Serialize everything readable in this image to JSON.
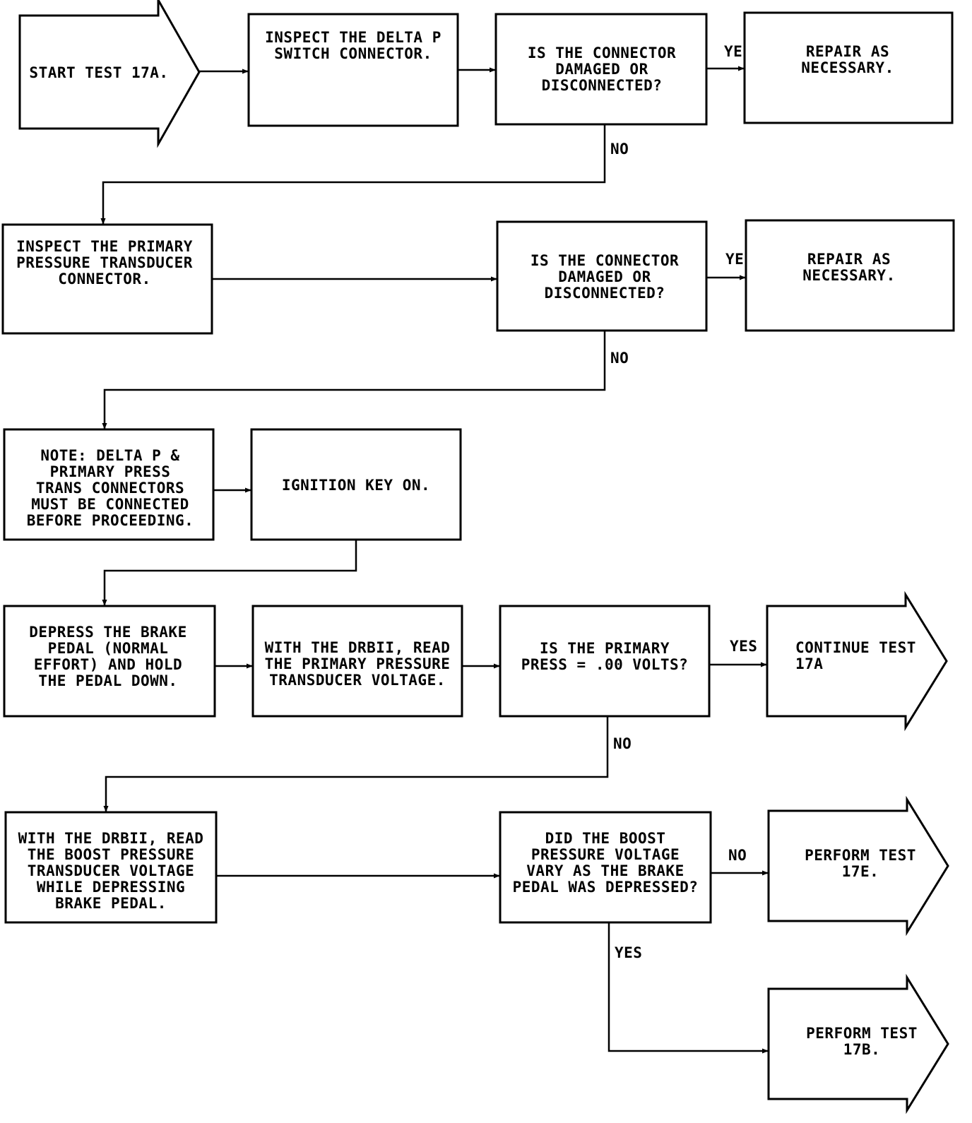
{
  "diagram": {
    "nodes": [
      {
        "id": "n1",
        "lines": [
          "START TEST 17A."
        ]
      },
      {
        "id": "n2",
        "lines": [
          "INSPECT THE DELTA P",
          "SWITCH CONNECTOR."
        ]
      },
      {
        "id": "n3",
        "lines": [
          "IS THE CONNECTOR",
          "DAMAGED OR",
          "DISCONNECTED?"
        ]
      },
      {
        "id": "n4",
        "lines": [
          "REPAIR AS",
          "NECESSARY."
        ]
      },
      {
        "id": "n5",
        "lines": [
          "INSPECT THE PRIMARY",
          "PRESSURE TRANSDUCER",
          "CONNECTOR."
        ]
      },
      {
        "id": "n6",
        "lines": [
          "IS THE CONNECTOR",
          "DAMAGED OR",
          "DISCONNECTED?"
        ]
      },
      {
        "id": "n7",
        "lines": [
          "REPAIR AS",
          "NECESSARY."
        ]
      },
      {
        "id": "n8",
        "lines": [
          "NOTE:  DELTA P &",
          "PRIMARY PRESS",
          "TRANS CONNECTORS",
          "MUST BE CONNECTED",
          "BEFORE PROCEEDING."
        ]
      },
      {
        "id": "n9",
        "lines": [
          "IGNITION KEY ON."
        ]
      },
      {
        "id": "n10",
        "lines": [
          "DEPRESS THE BRAKE",
          "PEDAL (NORMAL",
          "EFFORT) AND HOLD",
          "THE PEDAL DOWN."
        ]
      },
      {
        "id": "n11",
        "lines": [
          "WITH THE DRBII, READ",
          "THE PRIMARY PRESSURE",
          "TRANSDUCER VOLTAGE."
        ]
      },
      {
        "id": "n12",
        "lines": [
          "IS THE PRIMARY",
          "PRESS = .00 VOLTS?"
        ]
      },
      {
        "id": "n13",
        "lines": [
          "CONTINUE TEST",
          "17A"
        ]
      },
      {
        "id": "n14",
        "lines": [
          "WITH THE DRBII, READ",
          "THE BOOST PRESSURE",
          "TRANSDUCER VOLTAGE",
          "WHILE DEPRESSING",
          "BRAKE PEDAL."
        ]
      },
      {
        "id": "n15",
        "lines": [
          "DID THE BOOST",
          "PRESSURE VOLTAGE",
          "VARY AS THE BRAKE",
          "PEDAL WAS DEPRESSED?"
        ]
      },
      {
        "id": "n16",
        "lines": [
          "PERFORM TEST",
          "17E."
        ]
      },
      {
        "id": "n17",
        "lines": [
          "PERFORM TEST",
          "17B."
        ]
      }
    ],
    "edges": [
      {
        "id": "e1",
        "from": "n1",
        "to": "n2",
        "label": ""
      },
      {
        "id": "e2",
        "from": "n2",
        "to": "n3",
        "label": ""
      },
      {
        "id": "e3",
        "from": "n3",
        "to": "n4",
        "label": "YES"
      },
      {
        "id": "e4",
        "from": "n3",
        "to": "n5",
        "label": "NO"
      },
      {
        "id": "e5",
        "from": "n5",
        "to": "n6",
        "label": ""
      },
      {
        "id": "e6",
        "from": "n6",
        "to": "n7",
        "label": "YES"
      },
      {
        "id": "e7",
        "from": "n6",
        "to": "n8",
        "label": "NO"
      },
      {
        "id": "e8",
        "from": "n8",
        "to": "n9",
        "label": ""
      },
      {
        "id": "e9",
        "from": "n9",
        "to": "n10",
        "label": ""
      },
      {
        "id": "e10",
        "from": "n10",
        "to": "n11",
        "label": ""
      },
      {
        "id": "e11",
        "from": "n11",
        "to": "n12",
        "label": ""
      },
      {
        "id": "e12",
        "from": "n12",
        "to": "n13",
        "label": "YES"
      },
      {
        "id": "e13",
        "from": "n12",
        "to": "n14",
        "label": "NO"
      },
      {
        "id": "e14",
        "from": "n14",
        "to": "n15",
        "label": ""
      },
      {
        "id": "e15",
        "from": "n15",
        "to": "n16",
        "label": "NO"
      },
      {
        "id": "e16",
        "from": "n15",
        "to": "n17",
        "label": "YES"
      }
    ]
  }
}
